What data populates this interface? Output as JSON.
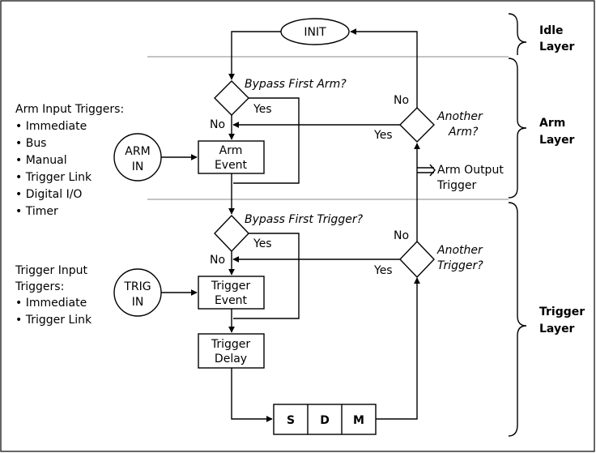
{
  "layers": {
    "idle": [
      "Idle",
      "Layer"
    ],
    "arm": [
      "Arm",
      "Layer"
    ],
    "trigger": [
      "Trigger",
      "Layer"
    ]
  },
  "nodes": {
    "init": "INIT",
    "bypass_first_arm": "Bypass First Arm?",
    "another_arm": [
      "Another",
      "Arm?"
    ],
    "arm_in": [
      "ARM",
      "IN"
    ],
    "arm_event": [
      "Arm",
      "Event"
    ],
    "arm_output_trigger": [
      "Arm Output",
      "Trigger"
    ],
    "bypass_first_trigger": "Bypass First Trigger?",
    "another_trigger": [
      "Another",
      "Trigger?"
    ],
    "trig_in": [
      "TRIG",
      "IN"
    ],
    "trigger_event": [
      "Trigger",
      "Event"
    ],
    "trigger_delay": [
      "Trigger",
      "Delay"
    ],
    "sdm": [
      "S",
      "D",
      "M"
    ]
  },
  "edge_labels": {
    "yes": "Yes",
    "no": "No"
  },
  "lists": {
    "arm_title": "Arm Input Triggers:",
    "arm_items": [
      "• Immediate",
      "• Bus",
      "• Manual",
      "• Trigger Link",
      "• Digital I/O",
      "• Timer"
    ],
    "trigger_title": [
      "Trigger Input",
      "Triggers:"
    ],
    "trigger_items": [
      "• Immediate",
      "• Trigger Link"
    ]
  }
}
